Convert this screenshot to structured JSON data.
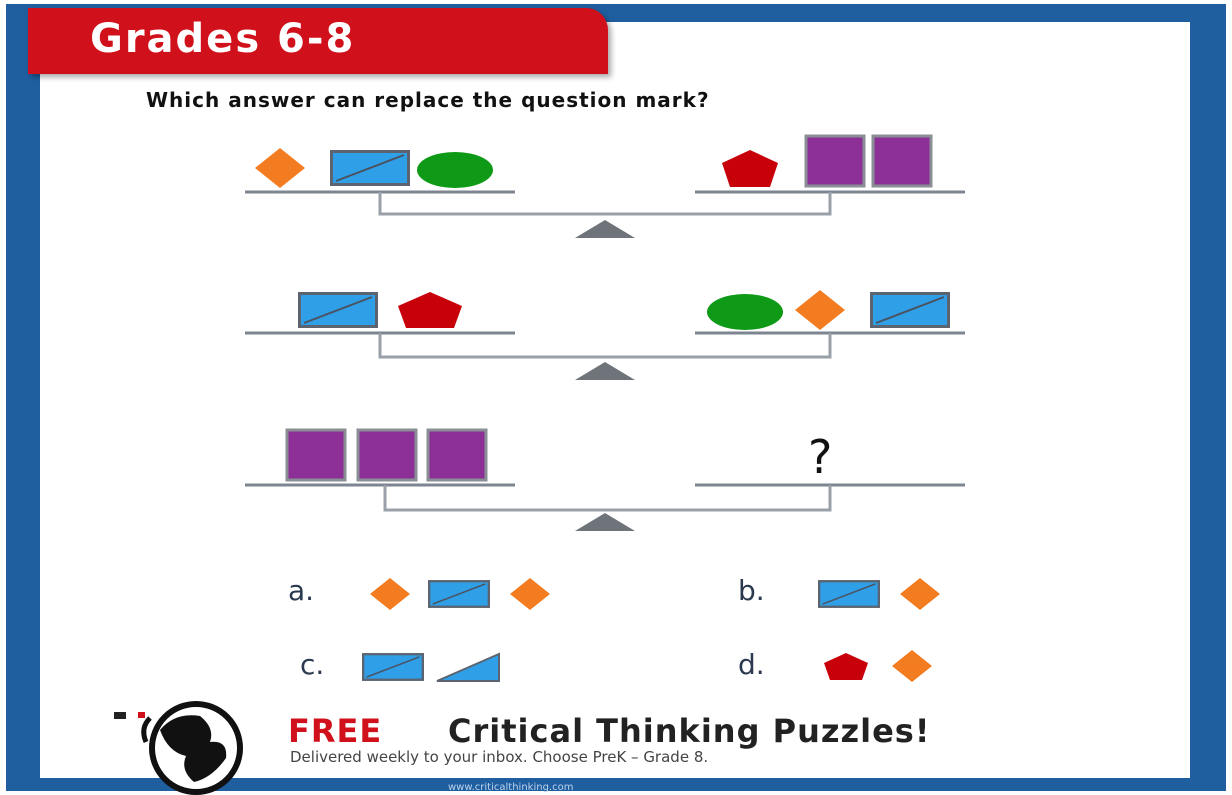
{
  "header": {
    "grade_label": "Grades 6-8"
  },
  "question": "Which answer can replace the question mark?",
  "puzzle": {
    "unknown_symbol": "?"
  },
  "options": [
    {
      "label": "a."
    },
    {
      "label": "b."
    },
    {
      "label": "c."
    },
    {
      "label": "d."
    }
  ],
  "promo": {
    "free": "FREE",
    "title": "Critical Thinking Puzzles!",
    "subtitle": "Delivered weekly to your inbox. Choose PreK – Grade 8."
  },
  "footer": {
    "website": "www.criticalthinking.com"
  },
  "colors": {
    "frame": "#1f5fa0",
    "banner": "#d0101a",
    "diamond": "#f47c20",
    "square_blue": "#2f9fe8",
    "circle": "#0e9a16",
    "pentagon": "#c8000a",
    "rect_purple": "#8c2f96"
  },
  "icons": {
    "shapes": [
      "orange-diamond-icon",
      "blue-square-icon",
      "green-circle-icon",
      "red-pentagon-icon",
      "purple-rectangle-icon",
      "blue-triangle-icon"
    ],
    "logo": "globe-logo-icon"
  }
}
